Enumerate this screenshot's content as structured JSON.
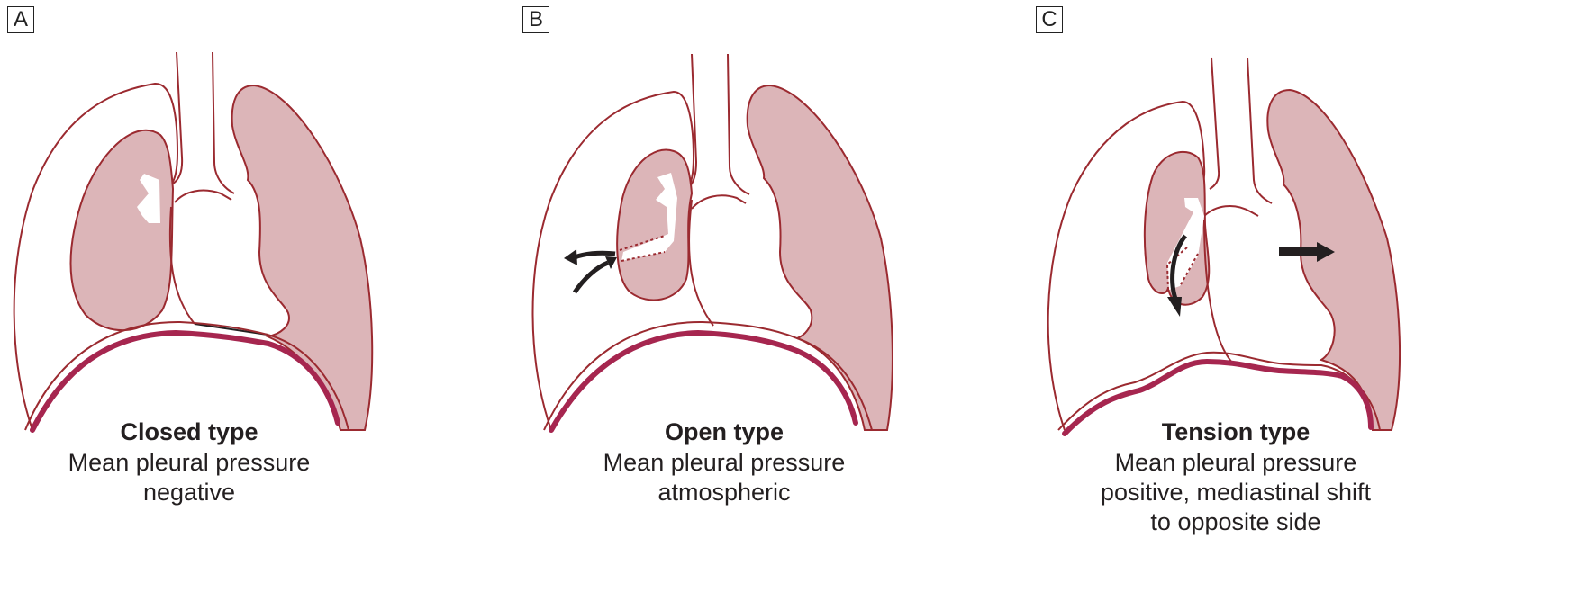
{
  "panels": [
    {
      "label": "A",
      "title": "Closed type",
      "lines": [
        "Mean pleural pressure",
        "negative"
      ]
    },
    {
      "label": "B",
      "title": "Open type",
      "lines": [
        "Mean pleural pressure",
        "atmospheric"
      ]
    },
    {
      "label": "C",
      "title": "Tension type",
      "lines": [
        "Mean pleural pressure",
        "positive, mediastinal shift",
        "to opposite side"
      ]
    }
  ],
  "colors": {
    "lung_fill": "#dcb5b8",
    "outline": "#9b2a30",
    "diaphragm": "#a6264f",
    "arrow": "#231f20"
  }
}
